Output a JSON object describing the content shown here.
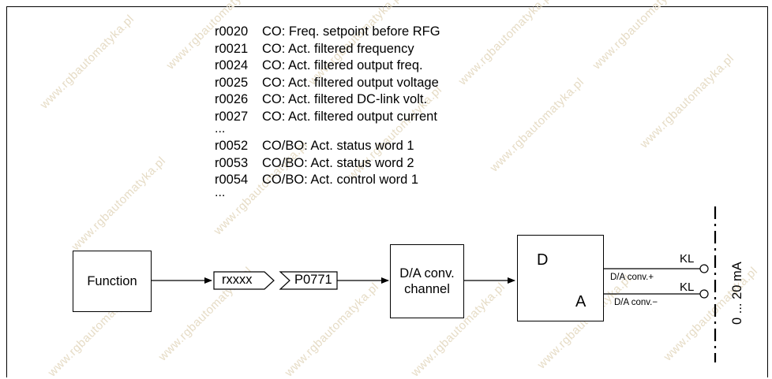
{
  "parameter_list": [
    {
      "code": "r0020",
      "desc": "CO: Freq. setpoint before RFG"
    },
    {
      "code": "r0021",
      "desc": "CO: Act. filtered frequency"
    },
    {
      "code": "r0024",
      "desc": "CO: Act. filtered output freq."
    },
    {
      "code": "r0025",
      "desc": "CO: Act. filtered output voltage"
    },
    {
      "code": "r0026",
      "desc": "CO: Act. filtered DC-link volt."
    },
    {
      "code": "r0027",
      "desc": "CO: Act. filtered output current"
    },
    {
      "code": "r0052",
      "desc": "CO/BO: Act. status word 1"
    },
    {
      "code": "r0053",
      "desc": "CO/BO: Act. status word 2"
    },
    {
      "code": "r0054",
      "desc": "CO/BO: Act. control word 1"
    }
  ],
  "ellipsis": "...",
  "blocks": {
    "function": "Function",
    "source_param": "rxxxx",
    "sink_param": "P0771",
    "channel_line1": "D/A conv.",
    "channel_line2": "channel",
    "converter_top": "D",
    "converter_bottom": "A"
  },
  "terminals": {
    "kl_top": "KL",
    "da_plus": "D/A conv.+",
    "kl_bottom": "KL",
    "da_minus": "D/A conv.−"
  },
  "output_range": "0 ... 20 mA",
  "watermark": "www.rgbautomatyka.pl"
}
